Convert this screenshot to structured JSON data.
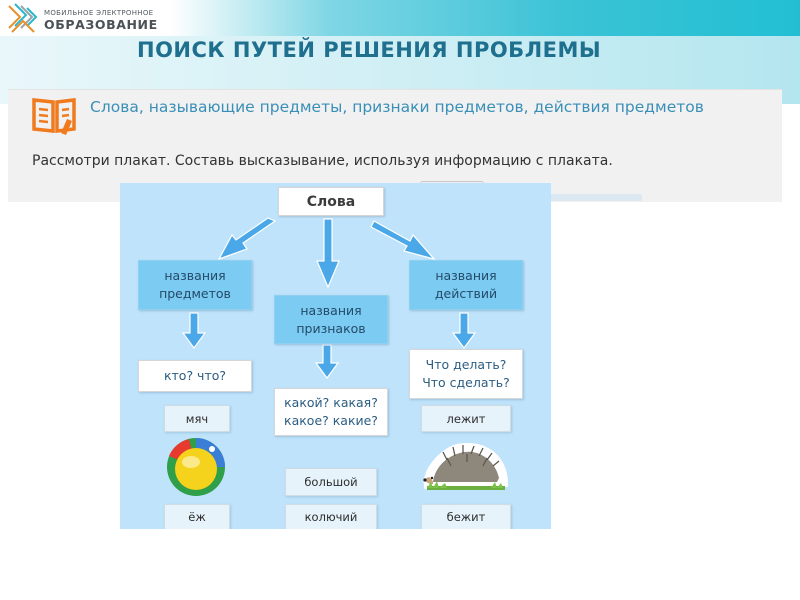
{
  "header": {
    "logo_small": "МОБИЛЬНОЕ ЭЛЕКТРОННОЕ",
    "logo_big": "ОБРАЗОВАНИЕ",
    "slide_title": "ПОИСК ПУТЕЙ РЕШЕНИЯ ПРОБЛЕМЫ"
  },
  "task": {
    "topic": "Слова, называющие предметы, признаки предметов, действия предметов",
    "instruction": "Рассмотри плакат. Составь высказывание, используя информацию с плаката."
  },
  "poster": {
    "root": "Слова",
    "categories": [
      {
        "label": "названия\nпредметов",
        "question": "кто? что?",
        "examples": [
          "мяч",
          "ёж"
        ],
        "picture": "ball-image"
      },
      {
        "label": "названия\nпризнаков",
        "question": "какой? какая?\nкакое? какие?",
        "examples": [
          "большой",
          "колючий"
        ]
      },
      {
        "label": "названия\nдействий",
        "question": "Что делать?\nЧто сделать?",
        "examples": [
          "лежит",
          "бежит"
        ],
        "picture": "hedgehog-image"
      }
    ]
  },
  "colors": {
    "header_accent": "#22bfd3",
    "title": "#1f6f8f",
    "topic_text": "#3a8fb7",
    "poster_bg": "#bfe3fb",
    "category_box": "#7ccbf3",
    "arrow": "#4aa8e8",
    "book_icon": "#f07a1e"
  }
}
